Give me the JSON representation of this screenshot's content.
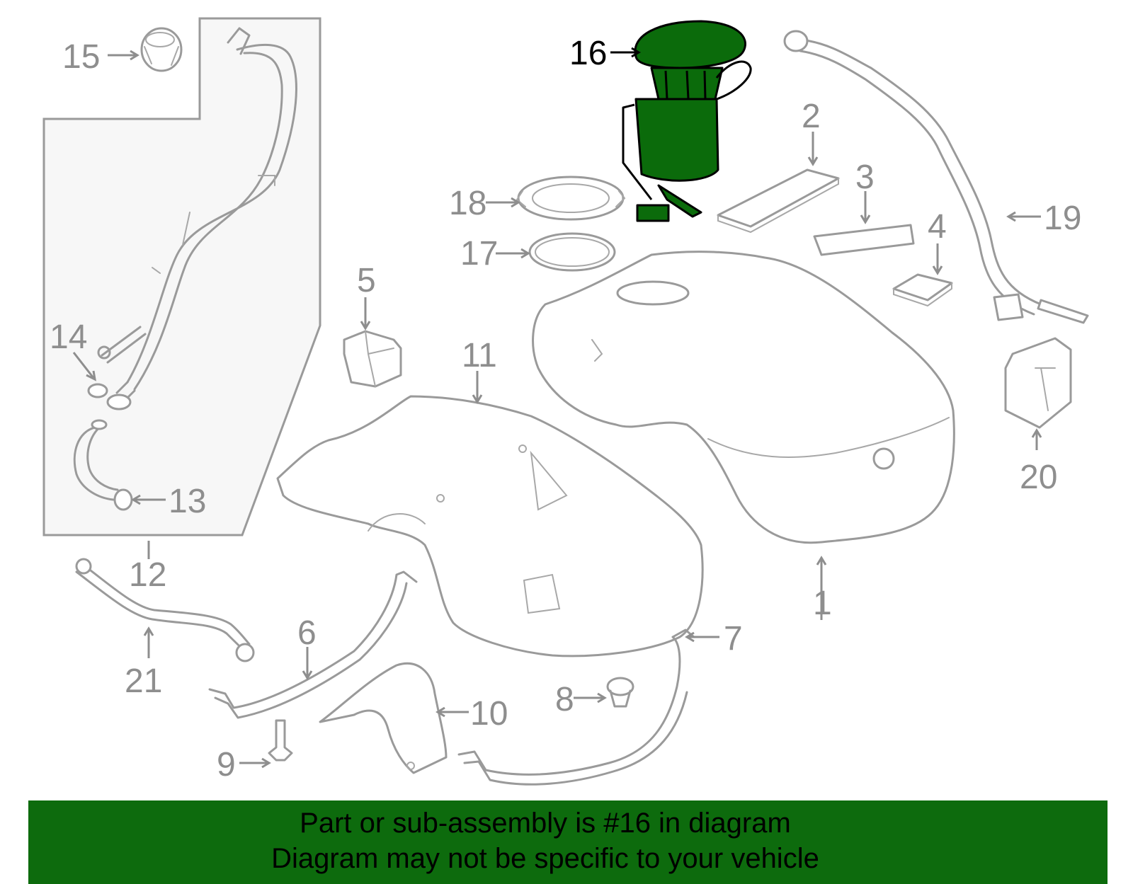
{
  "callouts": {
    "c1": "1",
    "c2": "2",
    "c3": "3",
    "c4": "4",
    "c5": "5",
    "c6": "6",
    "c7": "7",
    "c8": "8",
    "c9": "9",
    "c10": "10",
    "c11": "11",
    "c12": "12",
    "c13": "13",
    "c14": "14",
    "c15": "15",
    "c16": "16",
    "c17": "17",
    "c18": "18",
    "c19": "19",
    "c20": "20",
    "c21": "21"
  },
  "highlighted_part": "16",
  "colors": {
    "highlight_fill": "#0b6b0b",
    "banner_background": "#0d6b0d",
    "part_stroke": "#9a9a9a",
    "inset_background": "#f7f7f7"
  },
  "banner": {
    "line1": "Part or sub-assembly is #16 in diagram",
    "line2": "Diagram may not be specific to your vehicle"
  }
}
